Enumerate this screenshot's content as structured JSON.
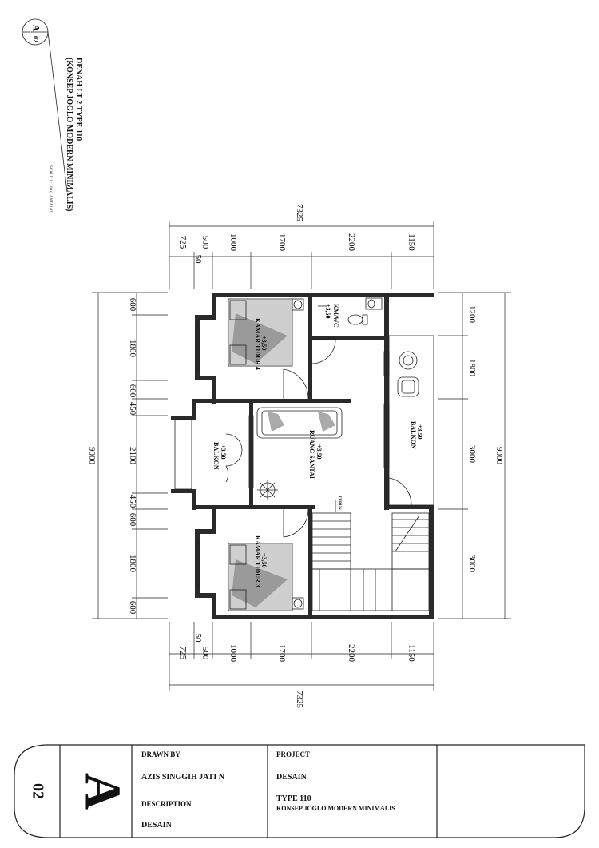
{
  "sheet": {
    "grid_letter": "A",
    "sheet_number": "02",
    "title_line1": "DENAH LT 2 TYPE 110",
    "title_line2": "(KONSEP JOGLO MODERN MINIMALIS)",
    "scale_note": "SCALE 1 : 100 (LANTAI 02)"
  },
  "dimensions": {
    "overall_horizontal": "7325",
    "horizontal_segments": [
      "725",
      "500",
      "50",
      "1000",
      "1700",
      "2200",
      "1150"
    ],
    "overall_vertical": "9000",
    "left_vertical_segments": [
      "600",
      "1800",
      "600",
      "450",
      "2100",
      "450",
      "600",
      "1800",
      "600"
    ],
    "right_vertical_segments": [
      "1200",
      "1800",
      "3000",
      "3000"
    ]
  },
  "rooms": {
    "kamar_tidur_4": {
      "name": "KAMAR TIDUR 4",
      "level": "+3,50"
    },
    "km_wc": {
      "name": "KM/WC",
      "level": "+3,50"
    },
    "balkon_right": {
      "name": "BALKON",
      "level": "+3,50"
    },
    "ruang_santai": {
      "name": "RUANG SANTAI",
      "level": "+3,50"
    },
    "balkon_left": {
      "name": "BALKON",
      "level": "+3,50"
    },
    "kamar_tidur_3": {
      "name": "KAMAR TIDUR 3",
      "level": "+3,50"
    },
    "stair_label": "TURUN"
  },
  "title_block": {
    "drawn_by_label": "DRAWN BY",
    "drawn_by": "AZIS SINGGIH JATI N",
    "description_label": "DESCRIPTION",
    "description": "DESAIN",
    "project_label": "PROJECT",
    "project_line1": "DESAIN",
    "project_line2": "TYPE 110",
    "project_line3": "KONSEP JOGLO MODERN MINIMALIS",
    "letter": "A",
    "number": "02"
  }
}
